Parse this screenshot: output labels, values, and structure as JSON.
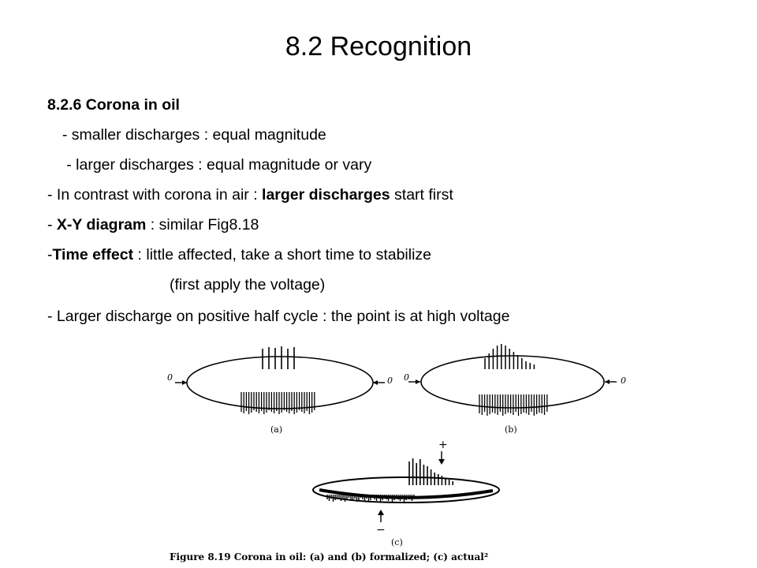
{
  "slide": {
    "title": "8.2 Recognition",
    "lines": [
      {
        "parts": [
          {
            "t": "8.2.6 Corona in oil",
            "b": true
          }
        ]
      },
      {
        "parts": [
          {
            "t": "  - smaller discharges : equal magnitude",
            "b": false
          }
        ]
      },
      {
        "parts": [
          {
            "t": "   - larger discharges : equal magnitude or vary",
            "b": false
          }
        ]
      },
      {
        "parts": [
          {
            "t": "- In contrast with corona in air : ",
            "b": false
          },
          {
            "t": "larger discharges",
            "b": true
          },
          {
            "t": " start first",
            "b": false
          }
        ]
      },
      {
        "parts": [
          {
            "t": "- ",
            "b": false
          },
          {
            "t": "X-Y diagram",
            "b": true
          },
          {
            "t": " : similar Fig8.18",
            "b": false
          }
        ]
      },
      {
        "parts": [
          {
            "t": "-",
            "b": false
          },
          {
            "t": "Time effect",
            "b": true
          },
          {
            "t": " : little affected, take a short time to stabilize",
            "b": false
          }
        ]
      },
      {
        "parts": [
          {
            "t": "(first apply the voltage)",
            "b": false
          }
        ]
      },
      {
        "parts": [
          {
            "t": "- Larger discharge on positive half cycle : the point is at high voltage",
            "b": false
          }
        ]
      }
    ]
  },
  "figure": {
    "label_a": "(a)",
    "label_b": "(b)",
    "label_c": "(c)",
    "axis_label": "0",
    "plus_sign": "+",
    "minus_sign": "−",
    "caption": "Figure 8.19 Corona in oil: (a) and (b) formalized; (c) actual²"
  }
}
